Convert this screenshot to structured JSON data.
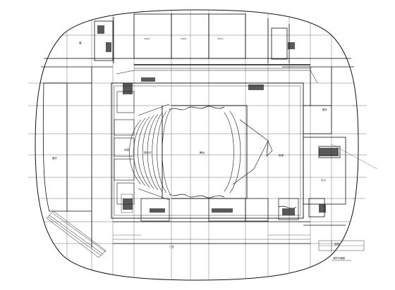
{
  "drawing": {
    "title_text": "",
    "labels": {
      "room_top_1": "100人",
      "room_top_2": "100人",
      "room_top_3": "100人",
      "hall_left": "展厅",
      "hall_right": "展厅",
      "auditorium": "观众厅",
      "stage": "舞台",
      "lobby_bottom": "门厅",
      "room_right_a": "库房",
      "room_right_b": "办公",
      "room_left_mid": "休息",
      "room_top_left": "值",
      "legend_caption": "消防平面图",
      "legend_note": "说明"
    }
  }
}
